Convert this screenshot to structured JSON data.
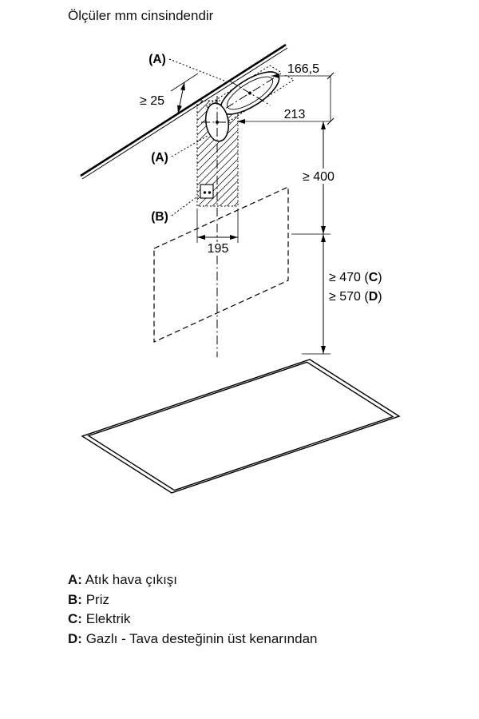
{
  "title": "Ölçüler mm cinsindendir",
  "labels": {
    "a": "(A)",
    "b": "(B)"
  },
  "dimensions": {
    "opening_depth": "166,5",
    "opening_width": "213",
    "ceiling_gap": "≥ 25",
    "outlet_height": "≥ 400",
    "chimney_width": "195",
    "hob_electric": {
      "prefix": "≥ 470 (",
      "letter": "C",
      "suffix": ")"
    },
    "hob_gas": {
      "prefix": "≥ 570 (",
      "letter": "D",
      "suffix": ")"
    }
  },
  "legend": {
    "items": [
      {
        "letter": "A:",
        "text": "Atık hava çıkışı"
      },
      {
        "letter": "B:",
        "text": "Priz"
      },
      {
        "letter": "C:",
        "text": "Elektrik"
      },
      {
        "letter": "D:",
        "text": "Gazlı - Tava desteğinin üst kenarından"
      }
    ]
  },
  "colors": {
    "line": "#000000",
    "background": "#ffffff",
    "text": "#111111"
  }
}
